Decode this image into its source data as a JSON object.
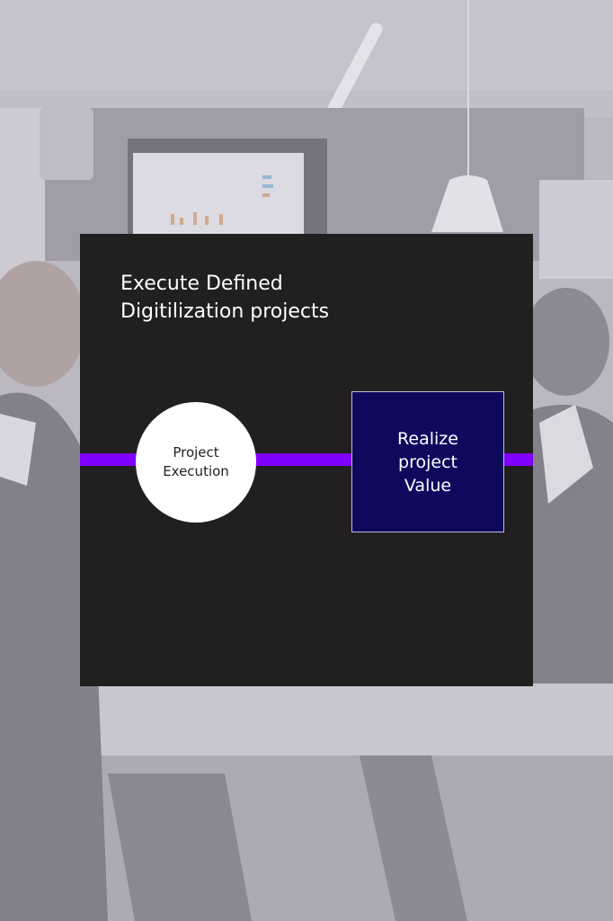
{
  "colors": {
    "card_background": "#221f20",
    "connector": "#8000ff",
    "circle_fill": "#ffffff",
    "box_fill": "#0d0a5e",
    "box_border": "#bfbdd6",
    "title_text": "#ffffff"
  },
  "diagram": {
    "title_lines": [
      "Execute Defined",
      "Digitilization projects"
    ],
    "nodes": [
      {
        "id": "project-execution",
        "shape": "circle",
        "label_lines": [
          "Project",
          "Execution"
        ]
      },
      {
        "id": "realize-project-value",
        "shape": "box",
        "label_lines": [
          "Realize",
          "project",
          "Value"
        ]
      }
    ]
  }
}
